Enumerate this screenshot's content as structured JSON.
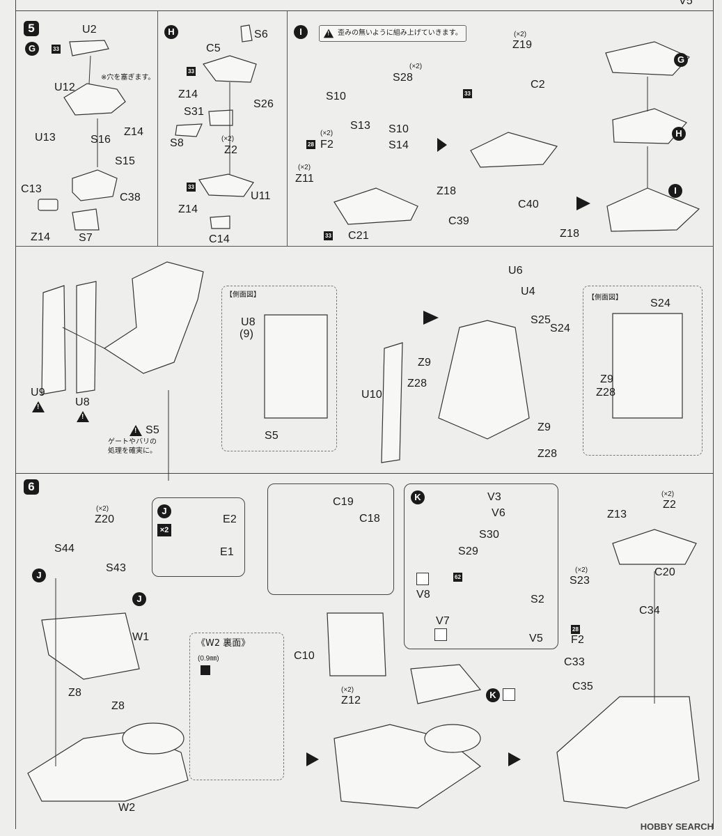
{
  "header": {
    "top_right_label": "V5"
  },
  "step5": {
    "number": "5",
    "panel_g": {
      "badge": "G",
      "paint": "33",
      "labels": [
        "U2",
        "U12",
        "U13",
        "S16",
        "S15",
        "C13",
        "C38",
        "Z14",
        "Z14",
        "S7"
      ],
      "note": "※穴を塞ぎます。"
    },
    "panel_h": {
      "badge": "H",
      "paint": "33",
      "labels": [
        "S6",
        "C5",
        "Z14",
        "S26",
        "S31",
        "S8",
        "Z2",
        "U11",
        "Z14",
        "C14"
      ],
      "qty": "(×2)"
    },
    "panel_i": {
      "badge": "I",
      "warning": "歪みの無いように組み上げていきます。",
      "labels": [
        "S28",
        "S10",
        "S13",
        "S10",
        "S14",
        "F2",
        "Z11",
        "C21",
        "Z19",
        "C2",
        "Z18",
        "C39",
        "C40",
        "Z18"
      ],
      "qty_s28": "(×2)",
      "qty_f2": "(×2)",
      "qty_z11": "(×2)",
      "qty_z19": "(×2)",
      "paint_f2": "28",
      "paint_c21": "33",
      "paint_c2": "33"
    },
    "stack_badges": [
      "G",
      "H",
      "I"
    ],
    "mast": {
      "labels": [
        "U9",
        "U8",
        "S5"
      ],
      "s5_note": "ゲートやバリの処理を確実に。"
    },
    "side_view_1": {
      "title": "【側面図】",
      "labels": [
        "U8",
        "(9)",
        "S5"
      ]
    },
    "mast_assy": {
      "labels": [
        "U6",
        "U4",
        "S25",
        "S24",
        "Z9",
        "Z28",
        "U10",
        "Z9",
        "Z28"
      ]
    },
    "side_view_2": {
      "title": "【側面図】",
      "labels": [
        "S24",
        "Z9",
        "Z28"
      ]
    }
  },
  "step6": {
    "number": "6",
    "base": {
      "labels": [
        "Z20",
        "S44",
        "S43",
        "W1",
        "Z8",
        "Z8",
        "W2"
      ],
      "qty": "(×2)",
      "j_badges": [
        "J",
        "J"
      ]
    },
    "panel_j": {
      "badge": "J",
      "multiplier": "×2",
      "labels": [
        "E2",
        "E1"
      ]
    },
    "w2_back": {
      "title": "《W2 裏面》",
      "hole": "(0.9㎜)"
    },
    "tower": {
      "labels": [
        "C19",
        "C18",
        "C10",
        "Z12"
      ],
      "qty": "(×2)"
    },
    "panel_k": {
      "badge": "K",
      "paint": "62",
      "labels": [
        "V3",
        "V6",
        "S30",
        "S29",
        "V8",
        "S2",
        "V7",
        "V5"
      ]
    },
    "turret": {
      "labels": [
        "Z13",
        "Z2",
        "C20",
        "S23",
        "C34",
        "F2",
        "C33",
        "C35"
      ],
      "qty_z2": "(×2)",
      "qty_s23": "(×2)",
      "paint_f2": "28"
    },
    "k_badge": "K"
  },
  "watermark": "HOBBY SEARCH"
}
